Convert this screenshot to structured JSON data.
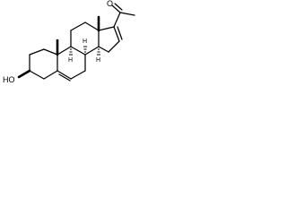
{
  "molecule": {
    "labels": {
      "hydroxyl": "HO",
      "carbonyl_oxygen": "O",
      "h8": "H",
      "h9": "H",
      "h14": "H"
    }
  }
}
